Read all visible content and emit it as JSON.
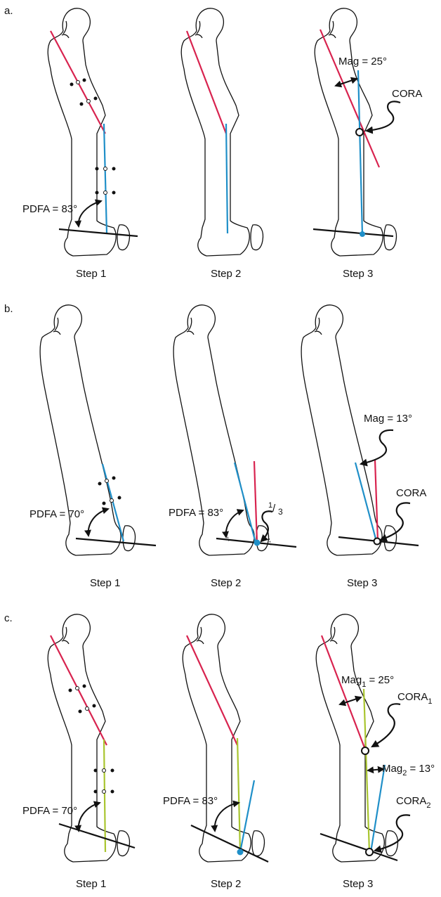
{
  "colors": {
    "mechanical_axis_red": "#d8234f",
    "mechanical_axis_blue": "#1f8fc8",
    "anatomic_axis_green": "#a9c52f",
    "outline": "#111111"
  },
  "panels": [
    {
      "label": "a.",
      "steps": [
        "Step 1",
        "Step 2",
        "Step 3"
      ],
      "annotations": {
        "pdfa": "PDFA = 83°",
        "mag": "Mag = 25°",
        "cora": "CORA"
      }
    },
    {
      "label": "b.",
      "steps": [
        "Step 1",
        "Step 2",
        "Step 3"
      ],
      "annotations": {
        "pdfa1": "PDFA = 70°",
        "pdfa2": "PDFA = 83°",
        "fraction_num": "1",
        "fraction_den": "3",
        "mag": "Mag = 13°",
        "cora": "CORA"
      }
    },
    {
      "label": "c.",
      "steps": [
        "Step 1",
        "Step 2",
        "Step 3"
      ],
      "annotations": {
        "pdfa1": "PDFA = 70°",
        "pdfa2": "PDFA = 83°",
        "mag1_a": "Mag",
        "mag1_sub": "1",
        "mag1_b": " = 25°",
        "mag2_a": "Mag",
        "mag2_sub": "2",
        "mag2_b": " = 13°",
        "cora1_a": "CORA",
        "cora1_sub": "1",
        "cora2_a": "CORA",
        "cora2_sub": "2"
      }
    }
  ]
}
